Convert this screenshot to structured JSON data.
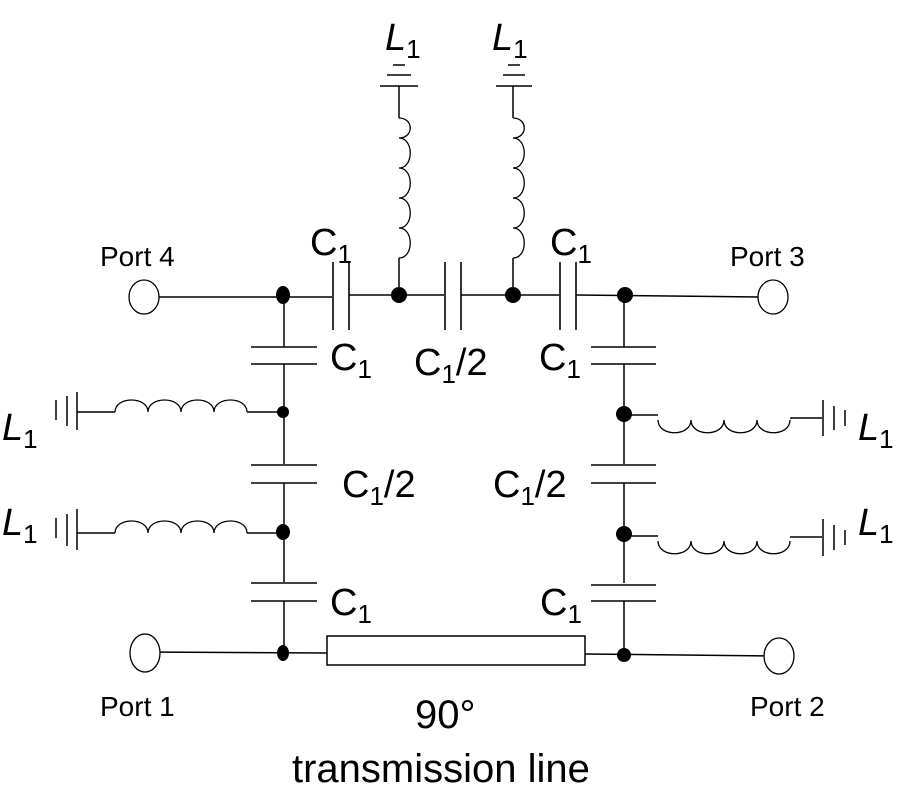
{
  "diagram": {
    "ports": {
      "port1": "Port 1",
      "port2": "Port 2",
      "port3": "Port 3",
      "port4": "Port 4"
    },
    "components": {
      "inductor": {
        "symbol": "L",
        "subscript": "1"
      },
      "capacitor": {
        "symbol": "C",
        "subscript": "1"
      },
      "capacitor_half": {
        "symbol": "C",
        "subscript": "1",
        "suffix": "/2"
      }
    },
    "transmission_line": {
      "angle": "90°",
      "label": "transmission line"
    }
  }
}
